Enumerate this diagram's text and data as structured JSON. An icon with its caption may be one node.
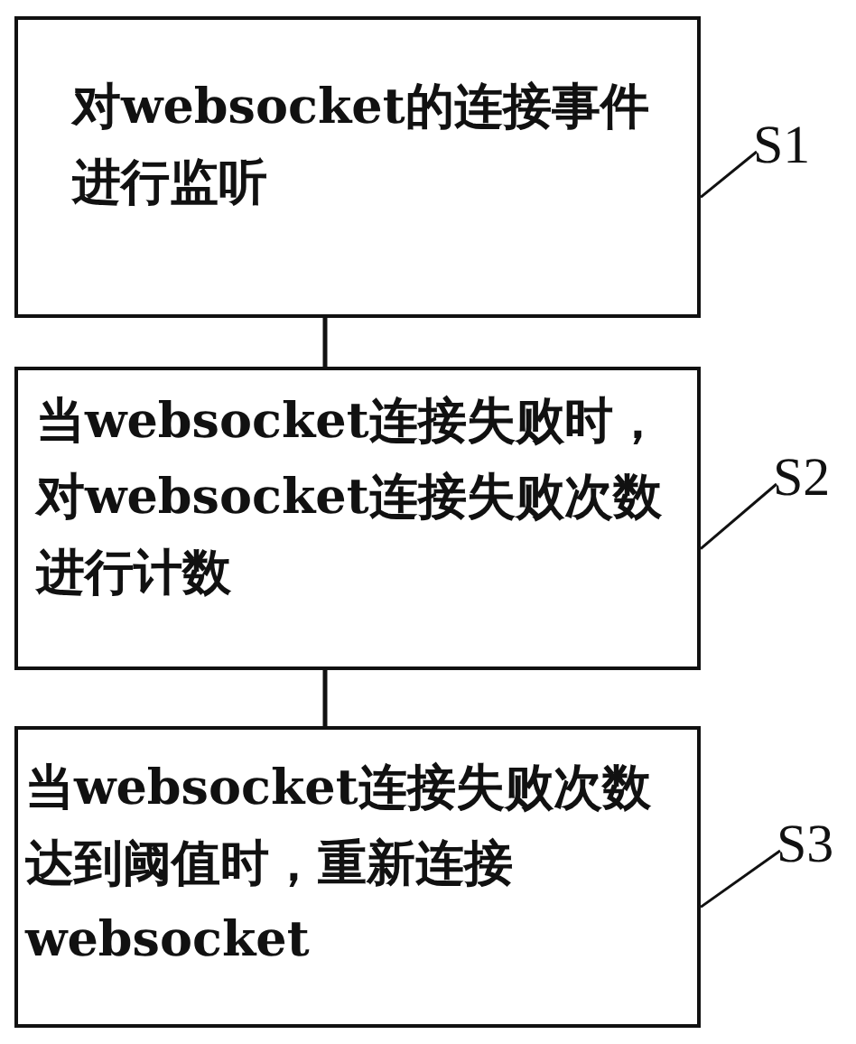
{
  "diagram": {
    "nodes": [
      {
        "text": [
          "对websocket的连接事件进行监听"
        ]
      },
      {
        "text": [
          "当websocket连接失败时，对websocket连接失败次数进行计数"
        ]
      },
      {
        "text": [
          "当websocket连接失败次数达到阈值时，重新连接websocket"
        ]
      },
      {
        "text": [
          "S1"
        ]
      },
      {
        "text": [
          "S2"
        ]
      },
      {
        "text": [
          "S3"
        ]
      }
    ],
    "edges": [
      {
        "from": 0,
        "to": 1,
        "arrow": "none"
      },
      {
        "from": 1,
        "to": 2,
        "arrow": "none"
      },
      {
        "from": 3,
        "to": 0,
        "arrow": "none"
      },
      {
        "from": 4,
        "to": 1,
        "arrow": "none"
      },
      {
        "from": 5,
        "to": 2,
        "arrow": "none"
      }
    ]
  }
}
